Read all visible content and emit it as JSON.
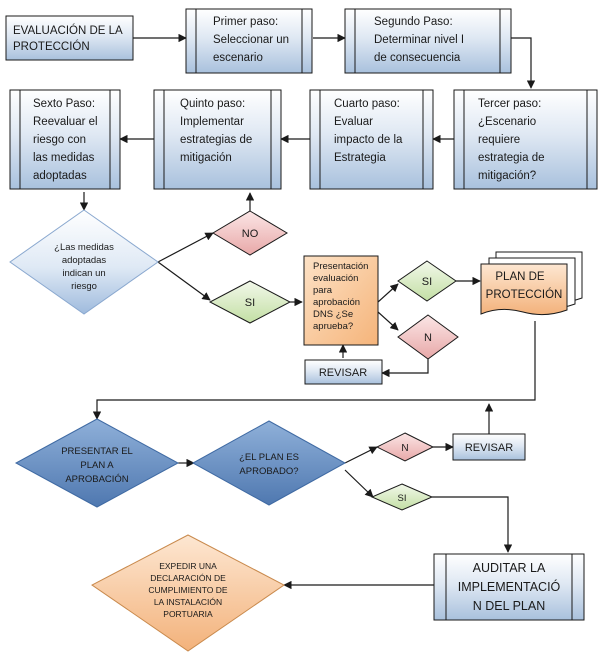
{
  "start_box": {
    "lines": [
      "EVALUACIÓN DE LA",
      "PROTECCIÓN"
    ]
  },
  "step1": {
    "lines": [
      "Primer paso:",
      "Seleccionar un",
      "escenario"
    ]
  },
  "step2": {
    "lines": [
      "Segundo Paso:",
      "Determinar nivel I",
      "de consecuencia"
    ]
  },
  "step3": {
    "lines": [
      "Tercer paso:",
      "¿Escenario",
      "requiere",
      "estrategia de",
      "mitigación?"
    ]
  },
  "step4": {
    "lines": [
      "Cuarto paso:",
      "Evaluar",
      "impacto de la",
      "Estrategia"
    ]
  },
  "step5": {
    "lines": [
      "Quinto paso:",
      "Implementar",
      "estrategias de",
      "mitigación"
    ]
  },
  "step6": {
    "lines": [
      "Sexto Paso:",
      "Reevaluar el",
      "riesgo con",
      "las medidas",
      "adoptadas"
    ]
  },
  "decision_medidas": {
    "lines": [
      "¿Las medidas",
      "adoptadas",
      "indican un",
      "riesgo"
    ]
  },
  "no_left": "NO",
  "si_left": "SI",
  "presentacion": {
    "lines": [
      "Presentación",
      "evaluación",
      "para",
      "aprobación",
      "DNS ¿Se",
      "aprueba?"
    ]
  },
  "si_mid": "SI",
  "n_mid": "N",
  "revisar_mid": "REVISAR",
  "plan": {
    "lines": [
      "PLAN DE",
      "PROTECCIÓN"
    ]
  },
  "presentar_plan": {
    "lines": [
      "PRESENTAR EL",
      "PLAN A",
      "APROBACIÓN"
    ]
  },
  "plan_aprobado": {
    "lines": [
      "¿EL PLAN ES",
      "APROBADO?"
    ]
  },
  "n_bottom": "N",
  "revisar_bottom": "REVISAR",
  "si_bottom": "SI",
  "auditar": {
    "lines": [
      "AUDITAR LA",
      "IMPLEMENTACIÓ",
      "N DEL PLAN"
    ]
  },
  "expedir": {
    "lines": [
      "EXPEDIR UNA",
      "DECLARACIÓN DE",
      "CUMPLIMIENTO DE",
      "LA INSTALACIÓN",
      "PORTUARIA"
    ]
  },
  "colors": {
    "box_blue_top": "#ffffff",
    "box_blue_bottom": "#b8cde3",
    "box_border": "#1a1a1a",
    "diamond_blue": "#5f87be",
    "diamond_no": "#f2c6c6",
    "diamond_si": "#d9ecc4",
    "orange_box": "#f7c99a",
    "line": "#1a1a1a"
  }
}
